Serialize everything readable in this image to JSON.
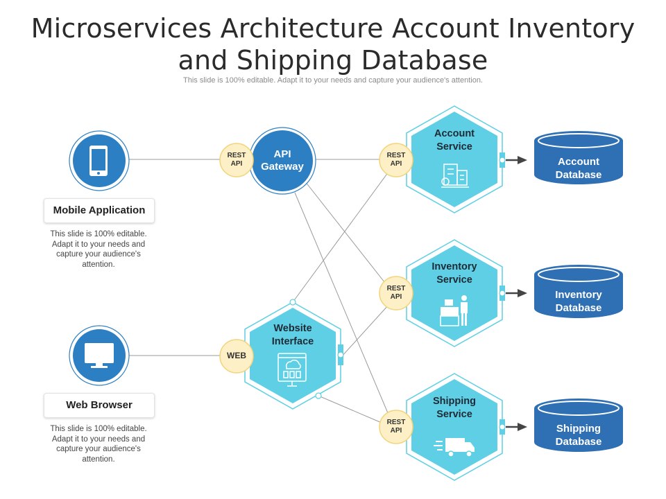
{
  "slide": {
    "title_line1": "Microservices Architecture  Account Inventory",
    "title_line2": "and Shipping Database",
    "subtitle": "This slide is 100% editable. Adapt it to your needs and capture your audience's attention."
  },
  "clients": [
    {
      "label": "Mobile Application",
      "icon": "smartphone-icon",
      "description": "This slide is 100% editable. Adapt it to your needs and capture your audience's attention."
    },
    {
      "label": "Web Browser",
      "icon": "monitor-icon",
      "description": "This slide is 100% editable. Adapt it to your needs and capture your audience's attention."
    }
  ],
  "gateway": {
    "line1": "API",
    "line2": "Gateway"
  },
  "website": {
    "line1": "Website",
    "line2": "Interface",
    "icon": "web-interface-icon"
  },
  "protocols": {
    "rest_line1": "REST",
    "rest_line2": "API",
    "web": "WEB"
  },
  "services": [
    {
      "line1": "Account",
      "line2": "Service",
      "icon": "bank-building-icon"
    },
    {
      "line1": "Inventory",
      "line2": "Service",
      "icon": "warehouse-worker-icon"
    },
    {
      "line1": "Shipping",
      "line2": "Service",
      "icon": "delivery-truck-icon"
    }
  ],
  "databases": [
    {
      "line1": "Account",
      "line2": "Database"
    },
    {
      "line1": "Inventory",
      "line2": "Database"
    },
    {
      "line1": "Shipping",
      "line2": "Database"
    }
  ],
  "colors": {
    "dark_blue": "#2d7fc4",
    "light_blue": "#5ecfe4",
    "badge_fill": "#fdf0c6",
    "badge_stroke": "#f3d37a",
    "db_blue": "#2f6fb4"
  }
}
